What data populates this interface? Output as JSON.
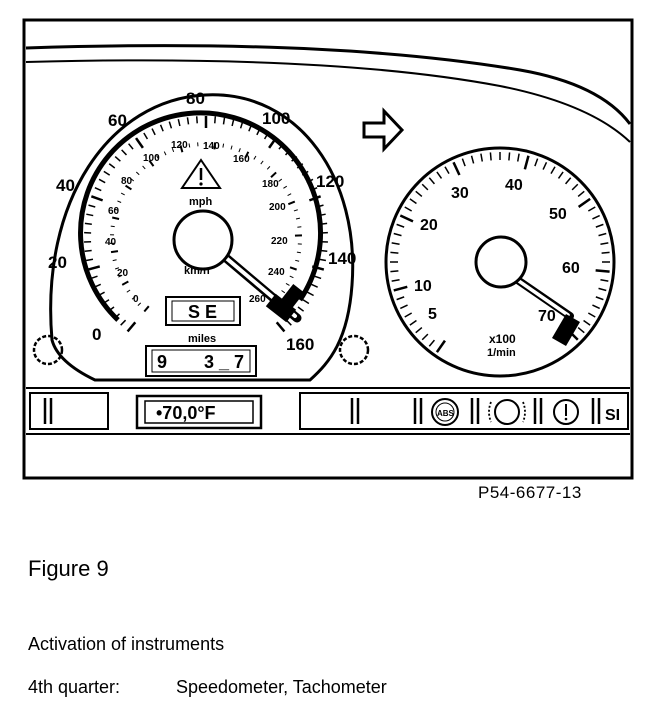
{
  "speedometer": {
    "mph_major_labels": [
      "0",
      "20",
      "40",
      "60",
      "80",
      "100",
      "120",
      "140",
      "160"
    ],
    "kmh_labels": [
      "0",
      "20",
      "40",
      "60",
      "80",
      "100",
      "120",
      "140",
      "160",
      "180",
      "200",
      "220",
      "240",
      "260"
    ],
    "mph_unit": "mph",
    "kmh_unit": "km/h",
    "display_text": "S E",
    "miles_label": "miles",
    "odometer_left": "9",
    "odometer_right": "3 _ 7"
  },
  "tachometer": {
    "labels": [
      "5",
      "10",
      "20",
      "30",
      "40",
      "50",
      "60",
      "70"
    ],
    "unit_line1": "x100",
    "unit_line2": "1/min"
  },
  "warning_strip": {
    "temp_display": "•70,0°F",
    "abs_label": "ABS",
    "si_label": "SI"
  },
  "reference_code": "P54-6677-13",
  "figure_title": "Figure 9",
  "caption_line1": "Activation of instruments",
  "caption_label": "4th quarter:",
  "caption_value": "Speedometer, Tachometer"
}
